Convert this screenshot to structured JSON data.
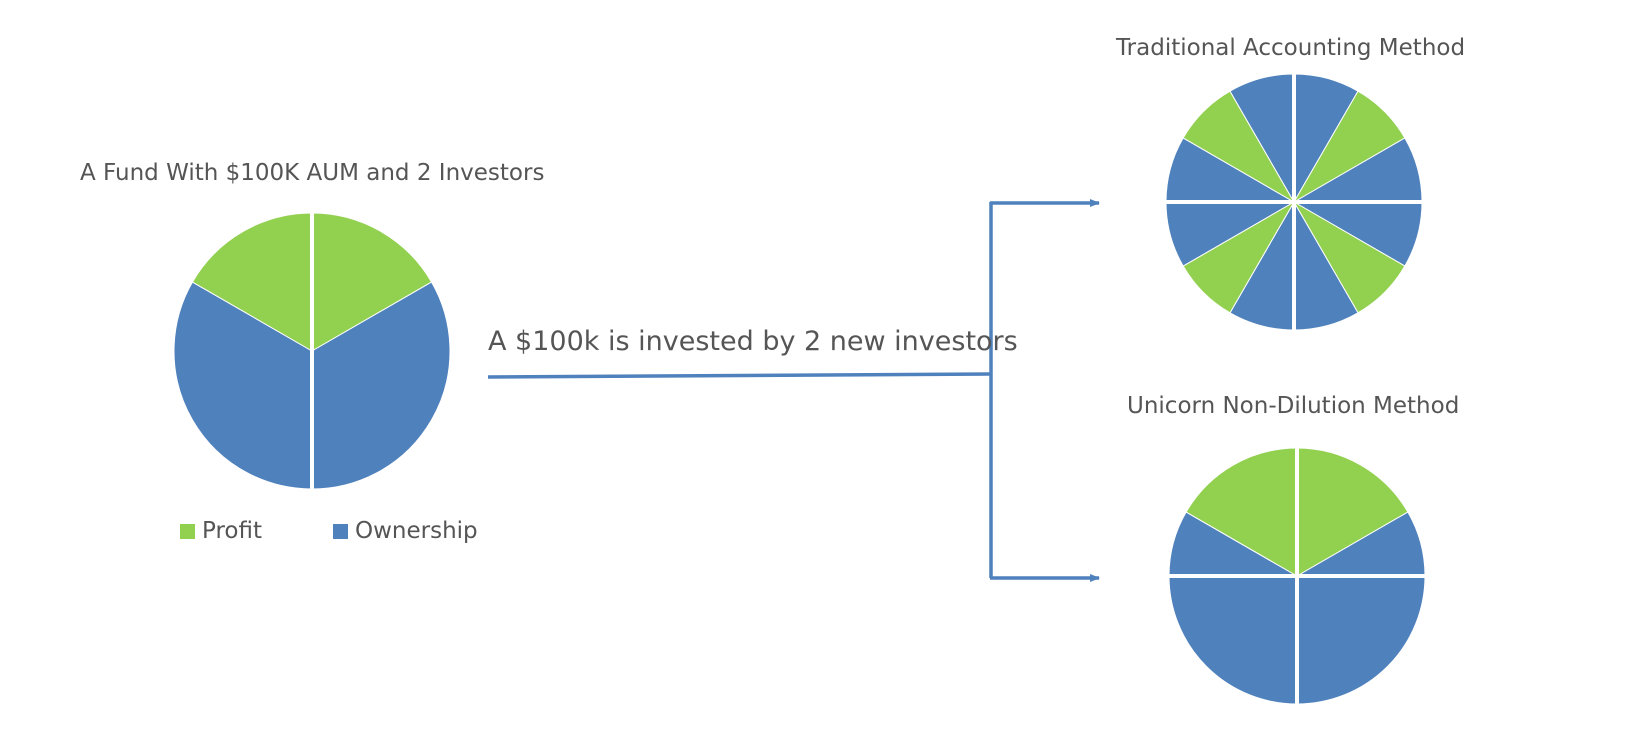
{
  "colors": {
    "profit": "#92D050",
    "ownership": "#4F81BD",
    "divider": "#ffffff",
    "arrow": "#4F81BD",
    "text": "#555555"
  },
  "source_fund": {
    "title": "A Fund With $100K AUM and 2 Investors",
    "legend": [
      {
        "label": "Profit",
        "color_key": "profit"
      },
      {
        "label": "Ownership",
        "color_key": "ownership"
      }
    ],
    "investor_halves": 2,
    "profit_share": 0.1667
  },
  "transition": {
    "caption": "A $100k is invested by 2 new investors"
  },
  "traditional": {
    "title": "Traditional Accounting Method",
    "quadrants": 4,
    "slices_per_quadrant": [
      "ownership",
      "profit",
      "ownership"
    ],
    "profit_share": 0.0833
  },
  "non_dilution": {
    "title": "Unicorn Non-Dilution Method",
    "quadrants": 4,
    "upper_quadrants_profit_share": 0.6667
  }
}
